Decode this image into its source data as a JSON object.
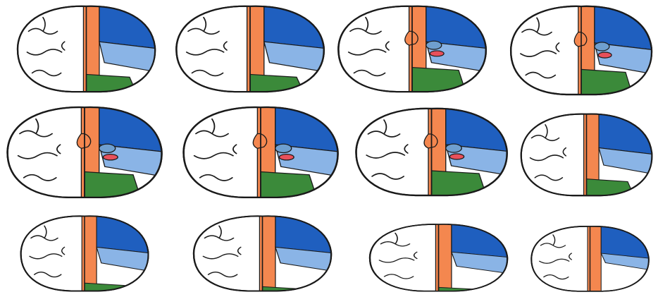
{
  "figure": {
    "background": "#ffffff",
    "outline_color": "#1a1a1a",
    "brain_fill": "#ffffff",
    "region_colors": {
      "anterior": "#f4874f",
      "middle": "#1f5fbf",
      "middle_posterior": "#8ab4e6",
      "posterior": "#3b8a3a",
      "deep": "#e8505b",
      "deep_light": "#6f9fcf"
    },
    "rows": [
      {
        "slices": [
          {
            "deep": false,
            "light_size": "large",
            "green_size": "medium",
            "ventricle": false
          },
          {
            "deep": false,
            "light_size": "large",
            "green_size": "medium",
            "ventricle": false
          },
          {
            "deep": true,
            "light_size": "large",
            "green_size": "large",
            "ventricle": true
          },
          {
            "deep": true,
            "light_size": "large",
            "green_size": "large",
            "ventricle": true
          }
        ]
      },
      {
        "slices": [
          {
            "deep": true,
            "light_size": "large",
            "green_size": "large",
            "ventricle": true
          },
          {
            "deep": true,
            "light_size": "large",
            "green_size": "large",
            "ventricle": true
          },
          {
            "deep": true,
            "light_size": "large",
            "green_size": "large",
            "ventricle": true
          },
          {
            "deep": false,
            "light_size": "medium",
            "green_size": "medium",
            "ventricle": false
          }
        ]
      },
      {
        "slices": [
          {
            "deep": false,
            "light_size": "medium",
            "green_size": "small",
            "ventricle": false
          },
          {
            "deep": false,
            "light_size": "medium",
            "green_size": "tiny",
            "ventricle": false
          },
          {
            "deep": false,
            "light_size": "medium",
            "green_size": "tiny",
            "ventricle": false
          },
          {
            "deep": false,
            "light_size": "small",
            "green_size": "none",
            "ventricle": false
          }
        ]
      }
    ]
  }
}
